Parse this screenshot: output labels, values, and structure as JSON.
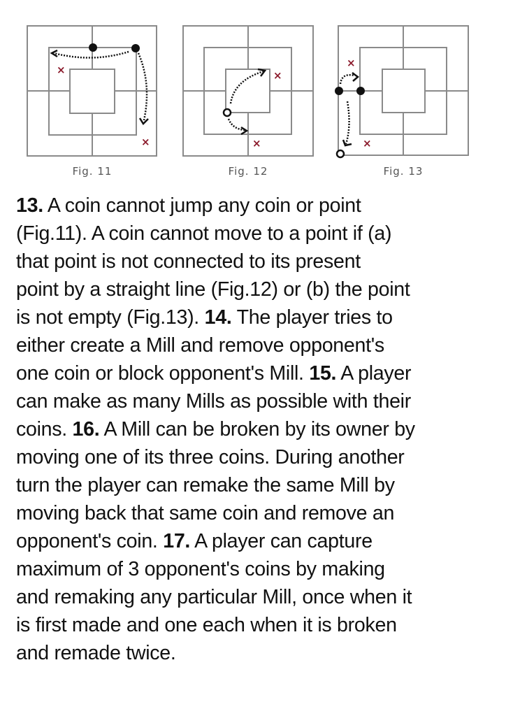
{
  "figures": [
    {
      "caption": "Fig. 11",
      "description": "Nine men's morris board; two black coins on top of middle square; dotted arrows show illegal jumps to left corner and down to bottom-right, marked with red X",
      "marks": [
        "X",
        "X"
      ]
    },
    {
      "caption": "Fig. 12",
      "description": "Board with hollow coin at inner square bottom-left corner; dotted arrows to points not connected by straight line, marked with red X",
      "marks": [
        "X",
        "X"
      ]
    },
    {
      "caption": "Fig. 13",
      "description": "Board with two black coins on left midpoints; hollow coin at outer bottom-left; arrows to occupied point marked with red X",
      "marks": [
        "X",
        "X"
      ]
    }
  ],
  "colors": {
    "board_line": "#8a8a8a",
    "mark": "#8b1a2b",
    "coin": "#111111",
    "text": "#111111"
  },
  "body": {
    "lines": [
      [
        {
          "b": "13."
        },
        {
          "t": " A coin cannot jump any coin or point"
        }
      ],
      [
        {
          "t": "(Fig.11). A coin cannot move to a point if (a)"
        }
      ],
      [
        {
          "t": "that point is not connected to its present"
        }
      ],
      [
        {
          "t": "point by a straight line (Fig.12) or (b) the point"
        }
      ],
      [
        {
          "t": "is not empty (Fig.13). "
        },
        {
          "b": "14."
        },
        {
          "t": " The player tries to"
        }
      ],
      [
        {
          "t": "either create a Mill and remove opponent's"
        }
      ],
      [
        {
          "t": "one coin or block opponent's Mill. "
        },
        {
          "b": "15."
        },
        {
          "t": " A player"
        }
      ],
      [
        {
          "t": "can make as many Mills as possible with their"
        }
      ],
      [
        {
          "t": "coins. "
        },
        {
          "b": "16."
        },
        {
          "t": " A Mill can be broken by its owner by"
        }
      ],
      [
        {
          "t": "moving one of its three coins. During another"
        }
      ],
      [
        {
          "t": "turn the player can remake the same Mill by"
        }
      ],
      [
        {
          "t": "moving back that same coin and remove an"
        }
      ],
      [
        {
          "t": "opponent's coin. "
        },
        {
          "b": "17."
        },
        {
          "t": " A player can capture"
        }
      ],
      [
        {
          "t": "maximum of 3 opponent's coins by making"
        }
      ],
      [
        {
          "t": "and remaking any particular Mill, once when it"
        }
      ],
      [
        {
          "t": "is first made and one each when it is broken"
        }
      ],
      [
        {
          "t": "and remade twice."
        }
      ]
    ]
  }
}
